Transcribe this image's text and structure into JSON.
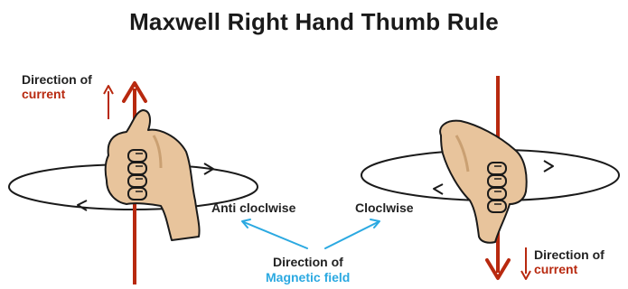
{
  "title": "Maxwell Right Hand Thumb Rule",
  "labels": {
    "left_direction_of": "Direction of",
    "left_current": "current",
    "anti_clockwise": "Anti cloclwise",
    "clockwise": "Cloclwise",
    "direction_of_mf": "Direction of",
    "magnetic_field": "Magnetic field",
    "right_direction_of": "Direction of",
    "right_current": "current"
  },
  "colors": {
    "current": "#b8290f",
    "magnetic_field": "#2ba9e1",
    "skin": "#e8c49c",
    "outline": "#1a1a1a"
  }
}
